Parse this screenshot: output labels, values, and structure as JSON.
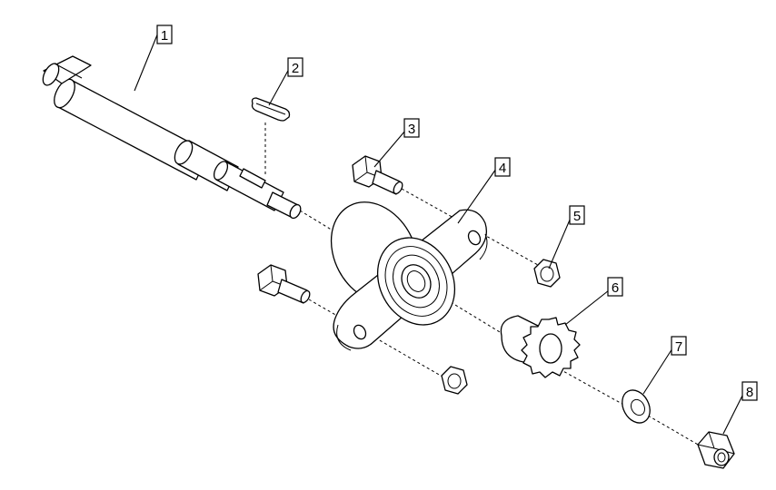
{
  "callouts": [
    {
      "id": "shaft",
      "label": "1"
    },
    {
      "id": "key",
      "label": "2"
    },
    {
      "id": "bolt",
      "label": "3"
    },
    {
      "id": "bearing-flange",
      "label": "4"
    },
    {
      "id": "nut-small",
      "label": "5"
    },
    {
      "id": "sprocket",
      "label": "6"
    },
    {
      "id": "washer",
      "label": "7"
    },
    {
      "id": "nut-large",
      "label": "8"
    }
  ],
  "colors": {
    "line": "#000000",
    "background": "#ffffff"
  }
}
